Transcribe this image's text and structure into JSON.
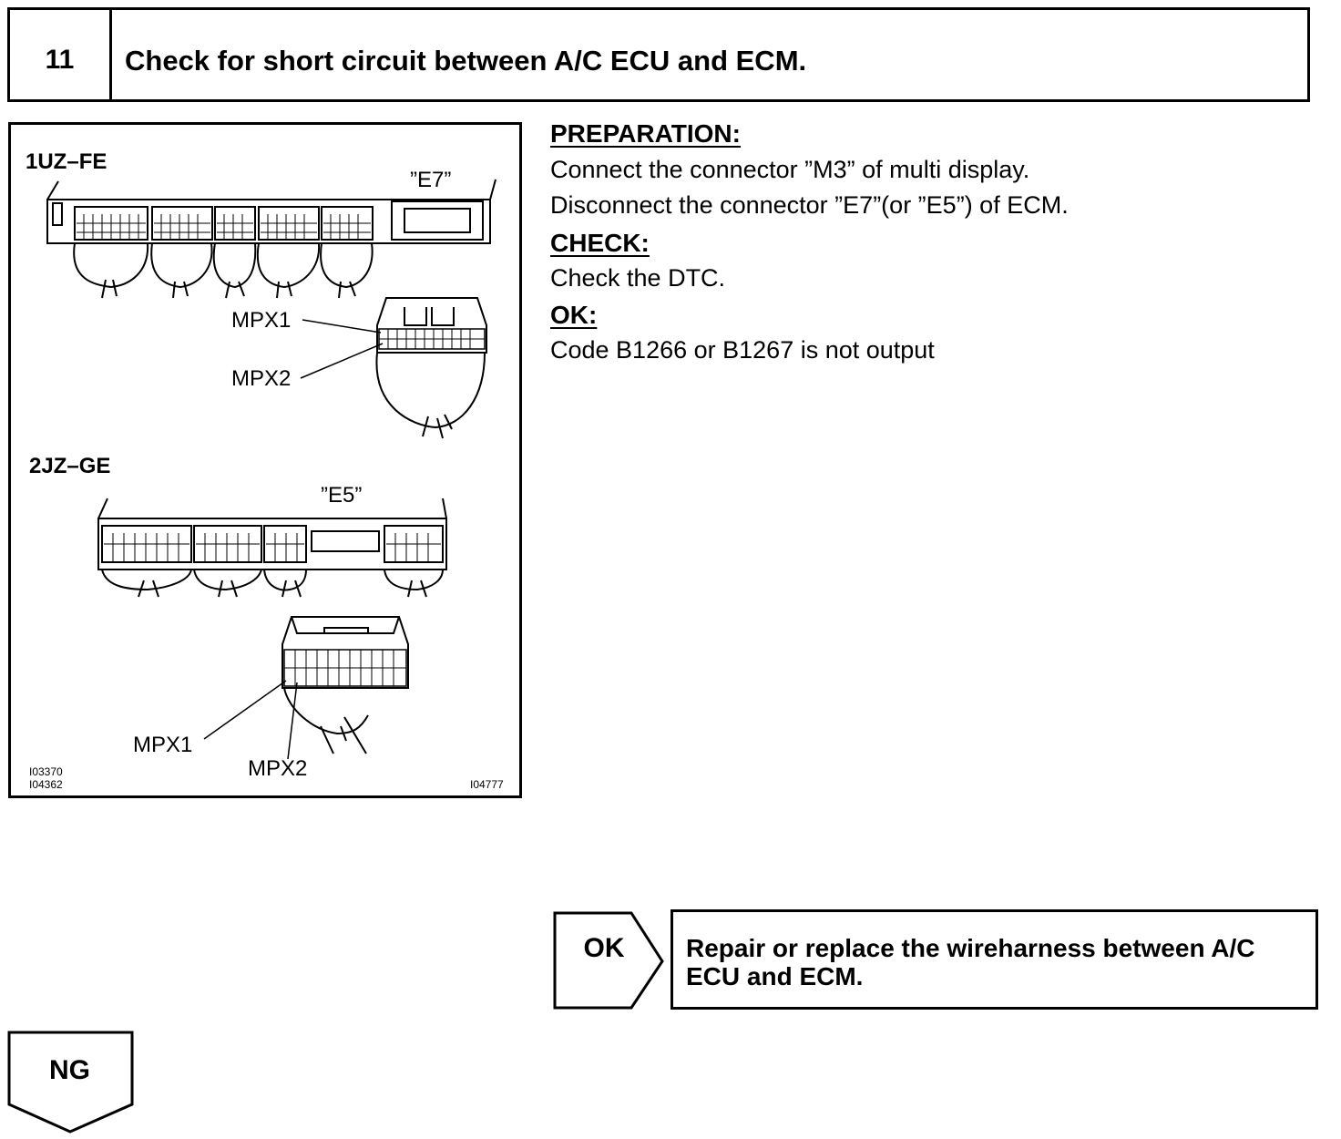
{
  "step": {
    "number": "11",
    "title": "Check for short circuit between A/C ECU and ECM."
  },
  "figure": {
    "engine_1": "1UZ–FE",
    "connector_1": "”E7”",
    "engine_2": "2JZ–GE",
    "connector_2": "”E5”",
    "terminal_mpx1": "MPX1",
    "terminal_mpx2": "MPX2",
    "code_1": "I03370",
    "code_2": "I04362",
    "code_3": "I04777"
  },
  "instructions": {
    "preparation_heading": "PREPARATION:",
    "preparation_line_1": "Connect the connector ”M3” of multi display.",
    "preparation_line_2": "Disconnect the connector ”E7”(or ”E5”) of ECM.",
    "check_heading": "CHECK:",
    "check_line": "Check the DTC.",
    "ok_heading": "OK:",
    "ok_line": "Code B1266 or B1267 is not output"
  },
  "results": {
    "ok_label": "OK",
    "ok_action_line_1": "Repair or replace the wireharness between A/C",
    "ok_action_line_2": "ECU and ECM.",
    "ng_label": "NG"
  }
}
